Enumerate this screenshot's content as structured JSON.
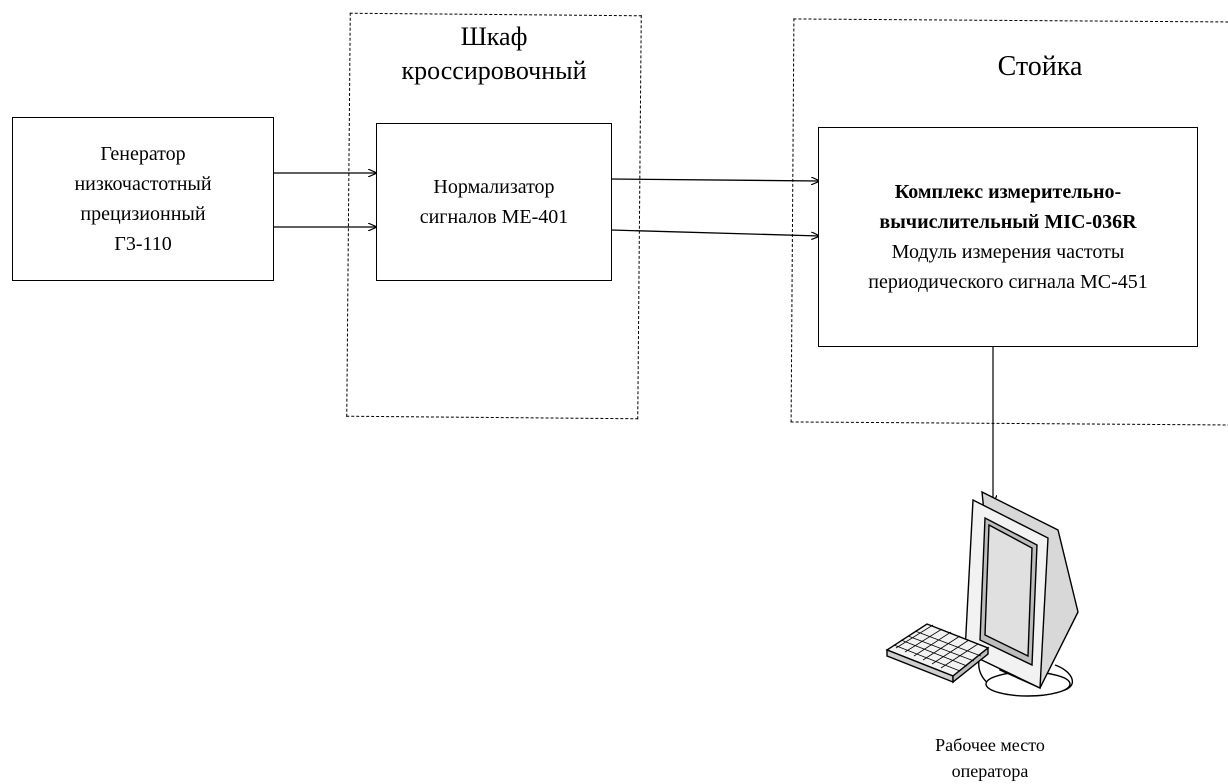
{
  "cabinet": {
    "title_line1": "Шкаф",
    "title_line2": "кроссировочный"
  },
  "rack": {
    "title": "Стойка"
  },
  "generator": {
    "line1": "Генератор",
    "line2": "низкочастотный",
    "line3": "прецизионный",
    "line4": "Г3-110"
  },
  "normalizer": {
    "line1": "Нормализатор",
    "line2": "сигналов МЕ-401"
  },
  "complex": {
    "line1": "Комплекс измерительно-",
    "line2": "вычислительный MIC-036R",
    "line3": "Модуль измерения частоты",
    "line4": "периодического сигнала МС-451"
  },
  "workstation": {
    "line1": "Рабочее место",
    "line2": "оператора"
  },
  "icons": {
    "computer": "computer-icon"
  }
}
